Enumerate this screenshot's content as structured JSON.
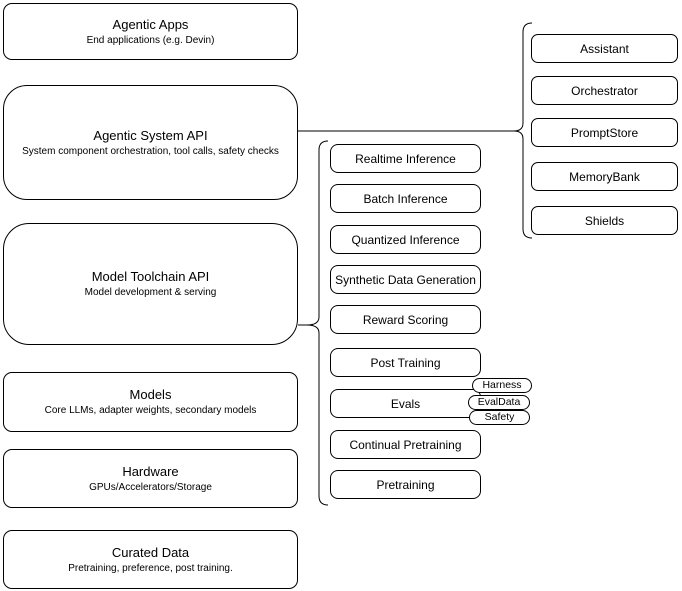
{
  "diagram": {
    "title_hint": "Agentic system architecture stack",
    "colors": {
      "stroke": "#000000",
      "background": "#ffffff",
      "text": "#000000"
    },
    "layers": [
      {
        "title": "Agentic Apps",
        "subtitle": "End applications (e.g. Devin)"
      },
      {
        "title": "Agentic System API",
        "subtitle": "System component orchestration, tool calls, safety checks"
      },
      {
        "title": "Model Toolchain API",
        "subtitle": "Model development & serving"
      },
      {
        "title": "Models",
        "subtitle": "Core LLMs, adapter weights, secondary models"
      },
      {
        "title": "Hardware",
        "subtitle": "GPUs/Accelerators/Storage"
      },
      {
        "title": "Curated Data",
        "subtitle": "Pretraining, preference, post training."
      }
    ],
    "toolchain_services": [
      "Realtime Inference",
      "Batch Inference",
      "Quantized Inference",
      "Synthetic Data Generation",
      "Reward Scoring",
      "Post Training",
      "Evals",
      "Continual Pretraining",
      "Pretraining"
    ],
    "eval_tags": [
      "Harness",
      "EvalData",
      "Safety"
    ],
    "system_components": [
      "Assistant",
      "Orchestrator",
      "PromptStore",
      "MemoryBank",
      "Shields"
    ]
  }
}
